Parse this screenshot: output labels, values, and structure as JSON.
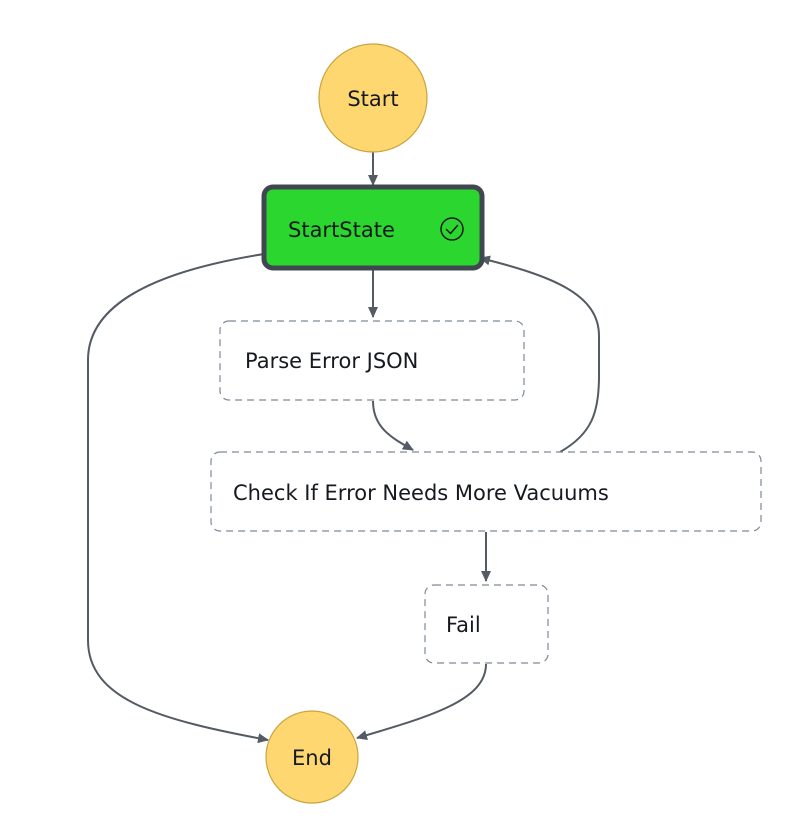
{
  "diagram": {
    "nodes": {
      "start": {
        "label": "Start",
        "shape": "circle",
        "fill": "#ffd770",
        "stroke": "#c9a43f"
      },
      "start_state": {
        "label": "StartState",
        "shape": "rounded-rect",
        "status": "succeeded",
        "status_icon": "check-circle-icon",
        "fill": "#2bd62e",
        "stroke": "#414750"
      },
      "parse_error_json": {
        "label": "Parse Error JSON",
        "shape": "dashed-rect",
        "status": "not-run"
      },
      "check_error": {
        "label": "Check If Error Needs More Vacuums",
        "shape": "dashed-rect",
        "status": "not-run"
      },
      "fail": {
        "label": "Fail",
        "shape": "dashed-rect",
        "status": "not-run"
      },
      "end": {
        "label": "End",
        "shape": "circle",
        "fill": "#ffd770",
        "stroke": "#c9a43f"
      }
    },
    "edges": [
      {
        "from": "Start",
        "to": "StartState"
      },
      {
        "from": "StartState",
        "to": "Parse Error JSON"
      },
      {
        "from": "StartState",
        "to": "End"
      },
      {
        "from": "Parse Error JSON",
        "to": "Check If Error Needs More Vacuums"
      },
      {
        "from": "Check If Error Needs More Vacuums",
        "to": "StartState"
      },
      {
        "from": "Check If Error Needs More Vacuums",
        "to": "Fail"
      },
      {
        "from": "Fail",
        "to": "End"
      }
    ],
    "colors": {
      "edge": "#545b64",
      "dashed_border": "#7d8998",
      "text": "#16191f"
    }
  }
}
